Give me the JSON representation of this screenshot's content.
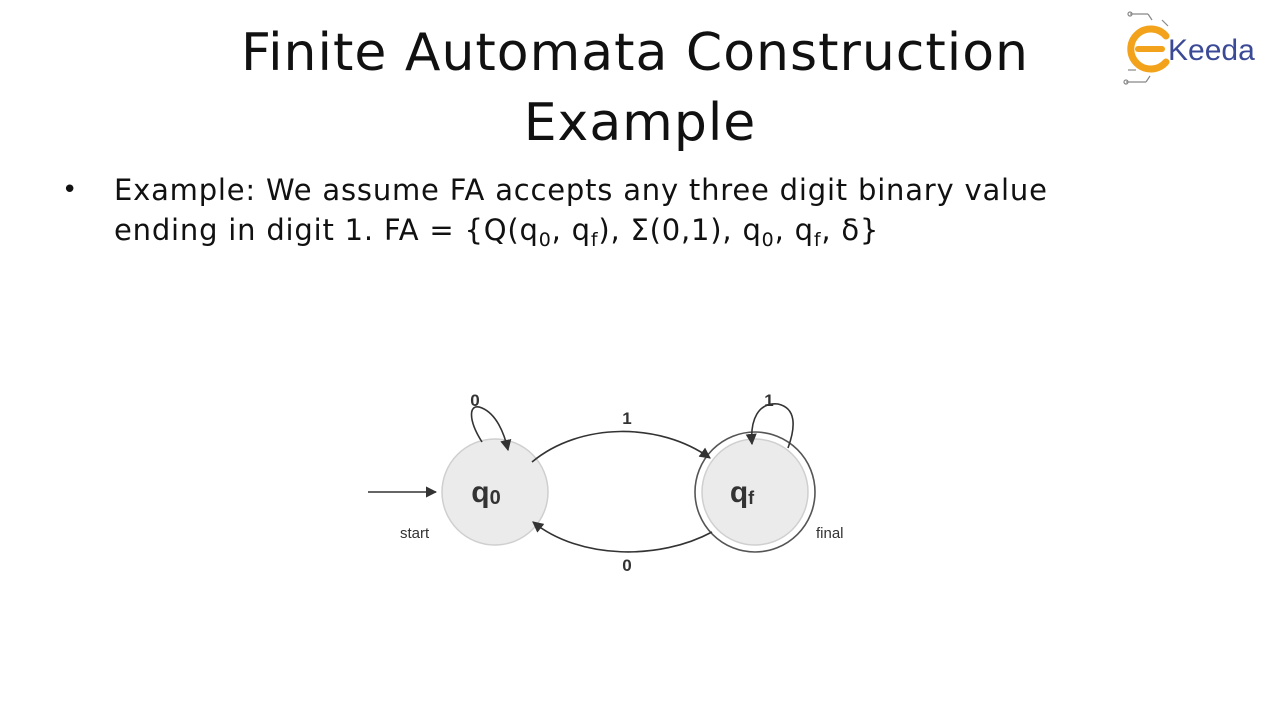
{
  "slide": {
    "title_line1": "Finite Automata Construction",
    "title_line2": "Example"
  },
  "logo": {
    "text": "Keeda",
    "accent_color": "#f2a21b",
    "text_color": "#3b4a97"
  },
  "bullet": {
    "symbol": "•",
    "line1": "Example:  We assume FA accepts any three digit binary value",
    "line2_prefix": "ending in digit 1. FA = {Q(q",
    "sub_0a": "0",
    "sep1": ", q",
    "sub_fa": "f",
    "line2_mid": "), Σ(0,1), q",
    "sub_0b": "0",
    "sep2": ", q",
    "sub_fb": "f",
    "line2_suffix": ", δ}"
  },
  "diagram": {
    "states": [
      {
        "id": "q0",
        "label_main": "q",
        "label_sub": "0",
        "note": "start",
        "fill": "#ebebeb"
      },
      {
        "id": "qf",
        "label_main": "q",
        "label_sub": "f",
        "note": "final",
        "fill": "#ebebeb"
      }
    ],
    "transitions": [
      {
        "from": "q0",
        "to": "q0",
        "symbol": "0"
      },
      {
        "from": "q0",
        "to": "qf",
        "symbol": "1"
      },
      {
        "from": "qf",
        "to": "qf",
        "symbol": "1"
      },
      {
        "from": "qf",
        "to": "q0",
        "symbol": "0"
      }
    ]
  }
}
